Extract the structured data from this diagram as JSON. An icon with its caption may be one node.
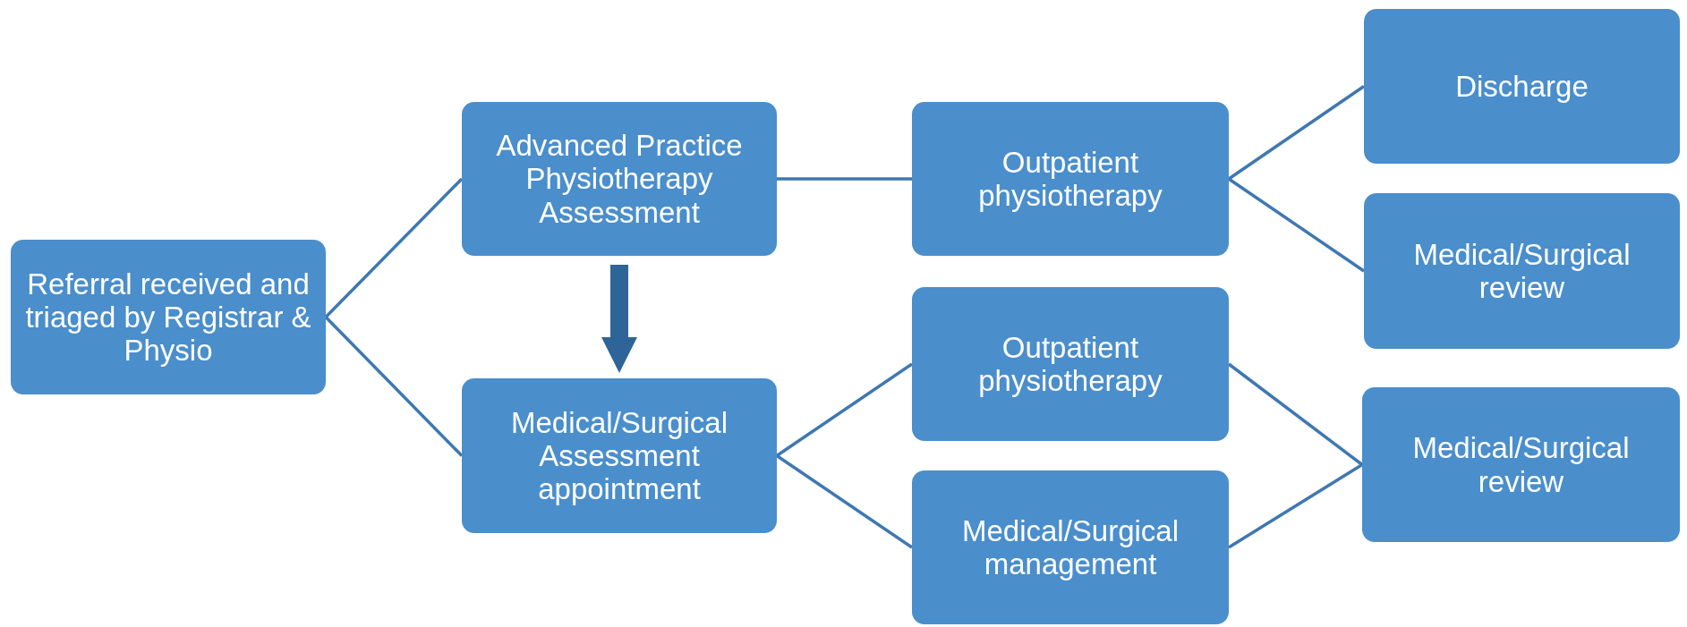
{
  "diagram": {
    "nodes": [
      {
        "text": [
          "Referral received and triaged by Registrar & Physio"
        ]
      },
      {
        "text": [
          "Advanced Practice Physiotherapy Assessment"
        ]
      },
      {
        "text": [
          "Medical/Surgical Assessment appointment"
        ]
      },
      {
        "text": [
          "Outpatient physiotherapy"
        ]
      },
      {
        "text": [
          "Outpatient physiotherapy"
        ]
      },
      {
        "text": [
          "Medical/Surgical management"
        ]
      },
      {
        "text": [
          "Discharge"
        ]
      },
      {
        "text": [
          "Medical/Surgical review"
        ]
      },
      {
        "text": [
          "Medical/Surgical review"
        ]
      }
    ],
    "edges": [
      {
        "from": 0,
        "to": 1,
        "arrow": "none"
      },
      {
        "from": 0,
        "to": 2,
        "arrow": "none"
      },
      {
        "from": 1,
        "to": 3,
        "arrow": "none"
      },
      {
        "from": 1,
        "to": 2,
        "arrow": "to",
        "style": "thick",
        "color": "#2e6599"
      },
      {
        "from": 3,
        "to": 6,
        "arrow": "none"
      },
      {
        "from": 3,
        "to": 7,
        "arrow": "none"
      },
      {
        "from": 2,
        "to": 4,
        "arrow": "none"
      },
      {
        "from": 2,
        "to": 5,
        "arrow": "none"
      },
      {
        "from": 4,
        "to": 8,
        "arrow": "none"
      },
      {
        "from": 5,
        "to": 8,
        "arrow": "none"
      }
    ]
  }
}
